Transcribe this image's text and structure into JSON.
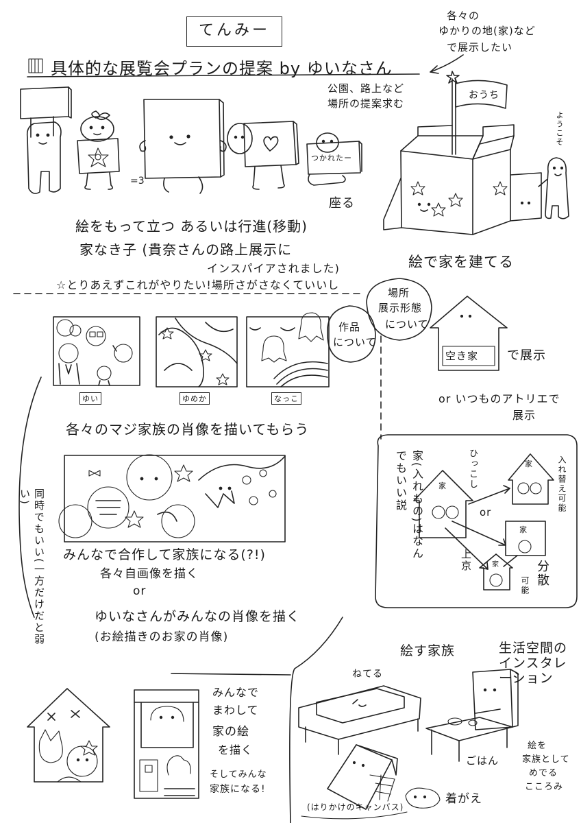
{
  "header": {
    "title": "てんみー",
    "heading": "具体的な展覧会プランの提案 by ゆいなさん",
    "corner_note": [
      "各々の",
      "ゆかりの地(家)など",
      "で展示したい"
    ]
  },
  "section1": {
    "park_note": [
      "公園、路上など",
      "場所の提案求む"
    ],
    "house_flag": "おうち",
    "welcome": "ようこそ",
    "tired_sign": "つかれたー",
    "sit": "座る",
    "stand_line": "絵をもって立つ あるいは行進(移動)",
    "homeless_line": "家なき子 (貴奈さんの路上展示に",
    "inspired_line": "インスパイアされました)",
    "want_line": "☆とりあえずこれがやりたい!場所さがさなくていいし",
    "build_line": "絵で家を建てる",
    "eq3": "=3"
  },
  "section2": {
    "bubble_works": [
      "作品",
      "について"
    ],
    "bubble_place": [
      "場所",
      "展示形態",
      "について"
    ],
    "name_yui": "ゆい",
    "name_yumeka": "ゆめか",
    "name_natsuko": "なっこ",
    "portrait_line": "各々のマジ家族の肖像を描いてもらう",
    "akiya": "空き家",
    "akiya_suffix": "で展示",
    "atelier_line": "or いつものアトリエで",
    "atelier_line2": "展示",
    "simul": "同時でもいい(一方だけだと弱い)",
    "together_line": "みんなで合作して家族になる(?!)",
    "self_portrait": "各々自画像を描く",
    "or": "or",
    "yuina_line": "ゆいなさんがみんなの肖像を描く",
    "house_portrait": "(お絵描きのお家の肖像)"
  },
  "moving": {
    "vertical_note": "家(入れもの)はなんでもいい説",
    "house_label": "家",
    "hikkoshi": "ひっこし",
    "irekae": "入れ替え可能",
    "or": "or",
    "jokyo": "上京",
    "bunsan": "分散",
    "kanou": "可能"
  },
  "section3": {
    "family_title": "絵す家族",
    "install_title": "生活空間のインスタレーション",
    "neteru": "ねてる",
    "gohan": "ごはん",
    "kigae": "着がえ",
    "canvas": "(はりかけのキャンバス)",
    "kokoromi": [
      "絵を",
      "家族として",
      "めでる",
      "こころみ"
    ],
    "pass_around": [
      "みんなで",
      "まわして",
      "家の絵",
      "を描く",
      "そしてみんな",
      "家族になる!"
    ]
  }
}
